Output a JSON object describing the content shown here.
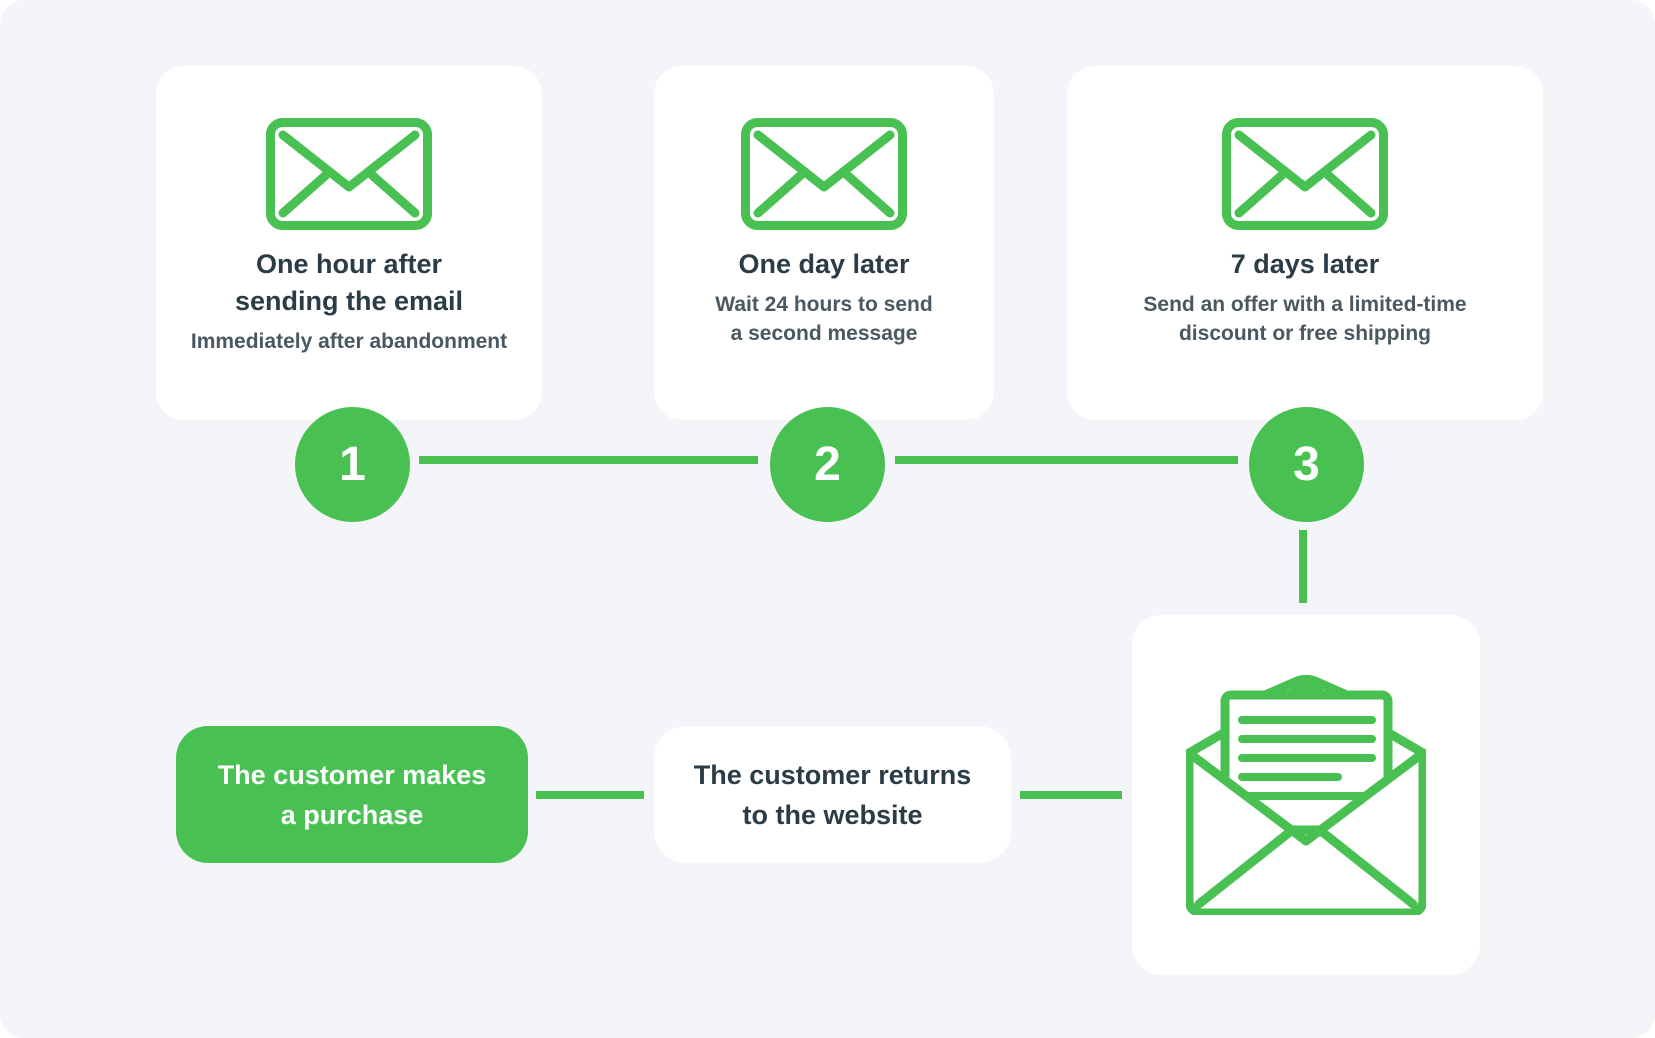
{
  "theme": {
    "green": "#48C052",
    "background": "#F3F5F9",
    "card_background": "#FFFFFF",
    "title_color": "#2C3C46",
    "subtitle_color": "#4A5860"
  },
  "steps": [
    {
      "num": "1",
      "icon": "envelope-icon",
      "title_line1": "One hour after",
      "title_line2": "sending the email",
      "sub_line1": "Immediately after abandonment",
      "sub_line2": ""
    },
    {
      "num": "2",
      "icon": "envelope-icon",
      "title_line1": "One day later",
      "title_line2": "",
      "sub_line1": "Wait 24 hours to send",
      "sub_line2": "a second message"
    },
    {
      "num": "3",
      "icon": "envelope-icon",
      "title_line1": "7 days later",
      "title_line2": "",
      "sub_line1": "Send an offer with a limited-time",
      "sub_line2": "discount or free shipping"
    }
  ],
  "flow": {
    "purchase_line1": "The customer makes",
    "purchase_line2": "a purchase",
    "returns_line1": "The customer returns",
    "returns_line2": "to the website",
    "result_icon": "open-envelope-letter-icon"
  }
}
